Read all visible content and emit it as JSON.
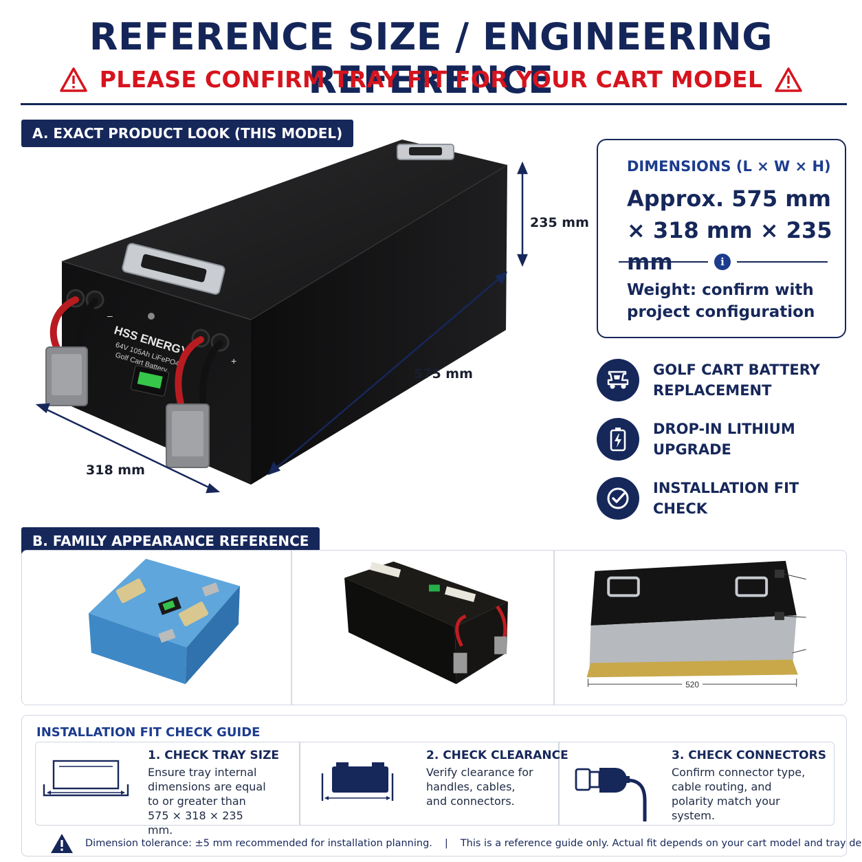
{
  "header": {
    "title": "REFERENCE SIZE / ENGINEERING REFERENCE",
    "warning": "PLEASE CONFIRM TRAY FIT FOR YOUR CART MODEL",
    "warning_color": "#d6141e",
    "brand_color": "#16275a"
  },
  "section_a": {
    "tab": "A. EXACT PRODUCT LOOK (THIS MODEL)",
    "battery_label": {
      "brand": "HSS ENERGY",
      "model": "64V 105Ah LiFePO4",
      "type": "Golf Cart Battery",
      "minus": "–",
      "plus": "+"
    },
    "dims": {
      "height": "235 mm",
      "length": "575 mm",
      "width": "318 mm"
    }
  },
  "dim_card": {
    "heading": "DIMENSIONS (L × W × H)",
    "value": "Approx. 575 mm × 318 mm × 235 mm",
    "info_icon": "info-icon",
    "weight": "Weight: confirm with project configuration"
  },
  "features": [
    {
      "icon": "golf-cart-icon",
      "label": "GOLF CART BATTERY REPLACEMENT"
    },
    {
      "icon": "battery-bolt-icon",
      "label": "DROP-IN LITHIUM UPGRADE"
    },
    {
      "icon": "check-circle-icon",
      "label": "INSTALLATION FIT CHECK"
    }
  ],
  "section_b": {
    "tab": "B. FAMILY APPEARANCE REFERENCE",
    "third_dim": "520"
  },
  "guide": {
    "heading": "INSTALLATION FIT CHECK GUIDE",
    "steps": [
      {
        "icon": "tray-size-icon",
        "title": "1. CHECK TRAY SIZE",
        "body": "Ensure tray internal dimensions are equal to or greater than 575 × 318 × 235 mm."
      },
      {
        "icon": "clearance-icon",
        "title": "2. CHECK CLEARANCE",
        "body": "Verify clearance for handles, cables, and connectors."
      },
      {
        "icon": "connector-icon",
        "title": "3. CHECK CONNECTORS",
        "body": "Confirm connector type, cable routing, and polarity match your system."
      }
    ],
    "footer_tolerance": "Dimension tolerance:  ±5 mm recommended for installation planning.",
    "footer_separator": "|",
    "footer_note": "This is a reference guide only. Actual fit depends on your cart model and tray design."
  }
}
